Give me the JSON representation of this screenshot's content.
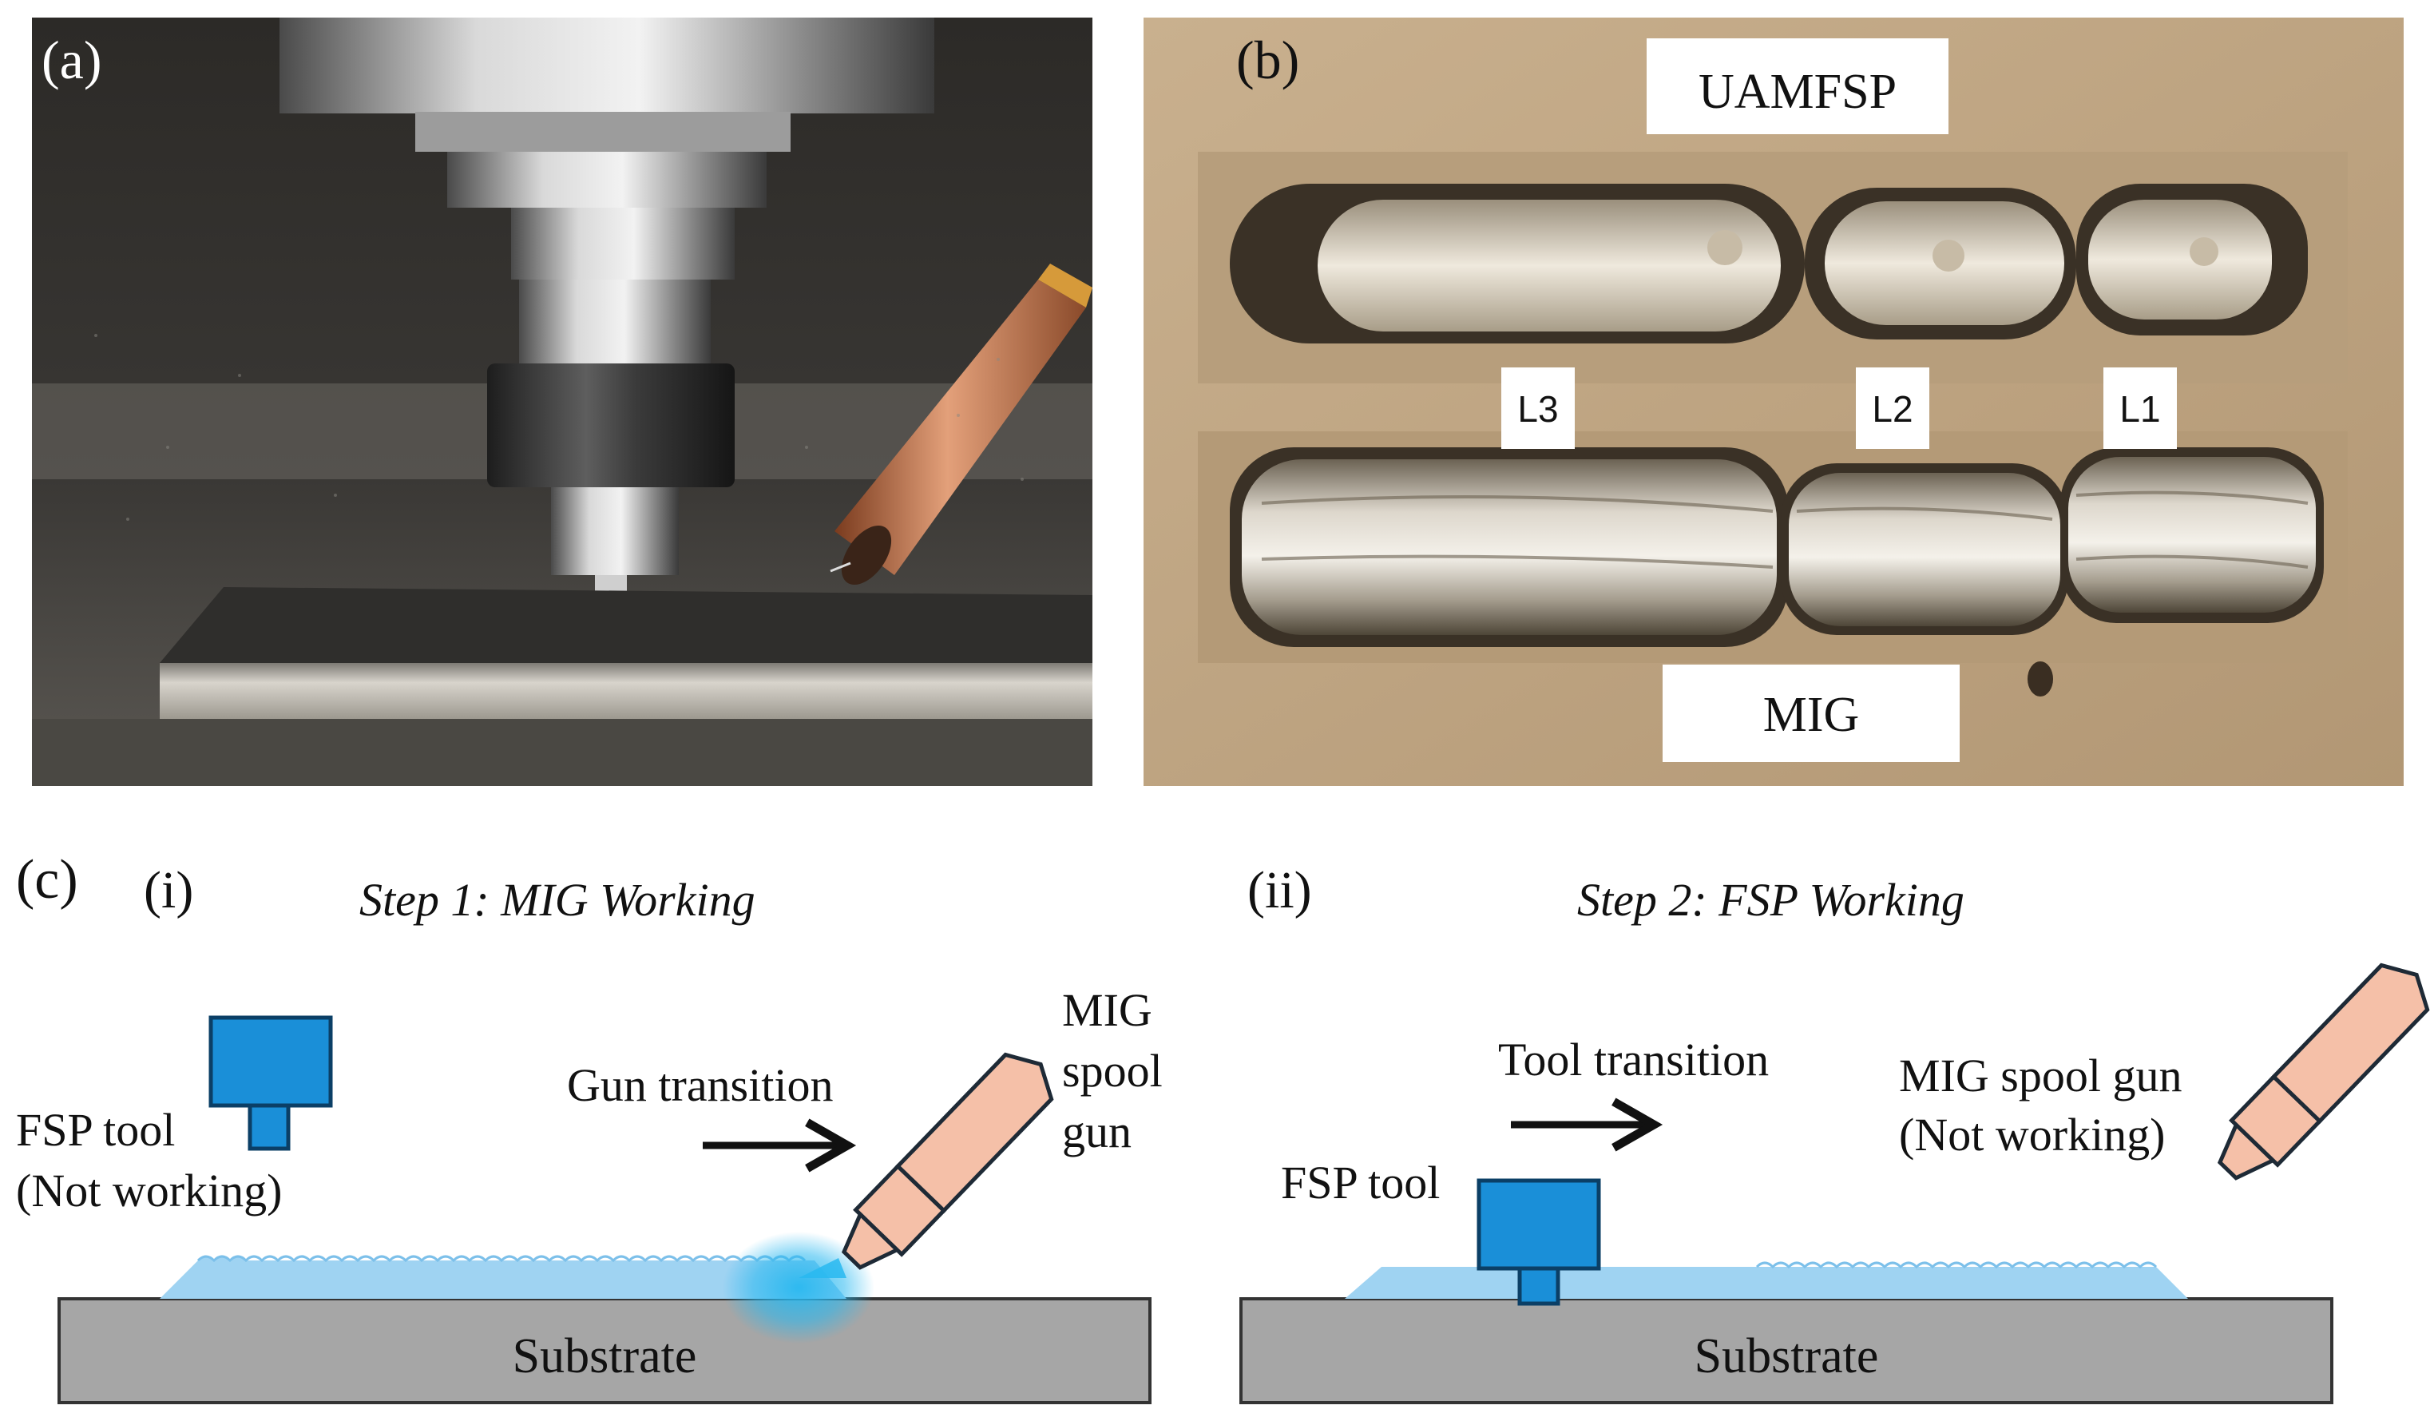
{
  "panels": {
    "a": {
      "letter": "(a)"
    },
    "b": {
      "letter": "(b)",
      "label_top": "UAMFSP",
      "label_bottom": "MIG",
      "layers": [
        "L3",
        "L2",
        "L1"
      ]
    },
    "c": {
      "letter": "(c)",
      "step1": {
        "roman": "(i)",
        "title": "Step 1: MIG Working",
        "fsp_tool": "FSP tool",
        "fsp_state": "(Not working)",
        "transition": "Gun transition",
        "gun_lines": [
          "MIG",
          "spool",
          "gun"
        ],
        "substrate": "Substrate"
      },
      "step2": {
        "roman": "(ii)",
        "title": "Step 2: FSP Working",
        "fsp_tool": "FSP tool",
        "transition": "Tool transition",
        "gun_line1": "MIG spool gun",
        "gun_state": "(Not working)",
        "substrate": "Substrate"
      }
    }
  },
  "colors": {
    "tool_blue": "#1a8fd8",
    "gun_peach": "#f5c0a8",
    "deposit_blue": "#9fd3f2",
    "substrate_gray": "#a6a6a6",
    "arc_glow": "#28b8f0"
  }
}
